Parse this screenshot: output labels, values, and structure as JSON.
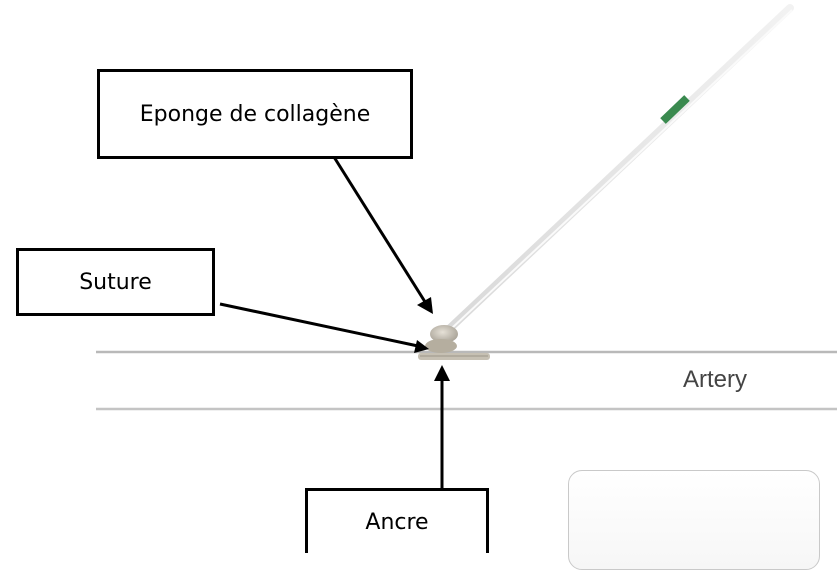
{
  "labels": {
    "collagen_sponge": "Eponge de collagène",
    "suture": "Suture",
    "anchor": "Ancre",
    "artery": "Artery"
  },
  "colors": {
    "callout_border": "#000000",
    "vessel_wall": "#b9b9b9",
    "artery_text": "#444444",
    "device_marker": "#3a8a4f"
  }
}
